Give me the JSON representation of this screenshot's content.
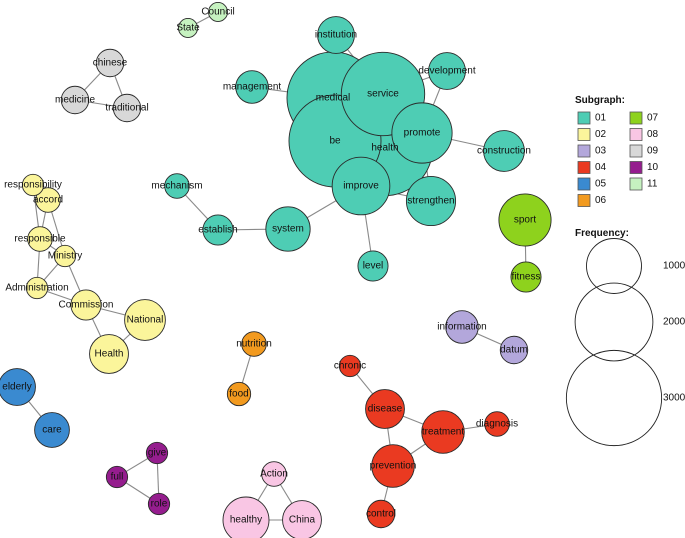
{
  "legend": {
    "subgraph_title": "Subgraph:",
    "frequency_title": "Frequency:",
    "subgraphs": [
      {
        "id": "01",
        "color": "#4ecdb4"
      },
      {
        "id": "02",
        "color": "#fbf59b"
      },
      {
        "id": "03",
        "color": "#b3a7db"
      },
      {
        "id": "04",
        "color": "#ea3a21"
      },
      {
        "id": "05",
        "color": "#3a8ad0"
      },
      {
        "id": "06",
        "color": "#f29a1f"
      },
      {
        "id": "07",
        "color": "#8ed21d"
      },
      {
        "id": "08",
        "color": "#f9c6e4"
      },
      {
        "id": "09",
        "color": "#d8d8d8"
      },
      {
        "id": "10",
        "color": "#951d8e"
      },
      {
        "id": "11",
        "color": "#c6f2c0"
      }
    ],
    "frequencies": [
      "1000",
      "2000",
      "3000"
    ]
  },
  "chart_data": {
    "type": "network",
    "nodes": [
      {
        "id": "institution",
        "label": "institution",
        "group": "01",
        "freq": 450
      },
      {
        "id": "management",
        "label": "management",
        "group": "01",
        "freq": 350
      },
      {
        "id": "medical",
        "label": "medical",
        "group": "01",
        "freq": 2800
      },
      {
        "id": "service",
        "label": "service",
        "group": "01",
        "freq": 2300
      },
      {
        "id": "development",
        "label": "development",
        "group": "01",
        "freq": 450
      },
      {
        "id": "be",
        "label": "be",
        "group": "01",
        "freq": 2800
      },
      {
        "id": "health",
        "label": "health",
        "group": "01",
        "freq": 3000
      },
      {
        "id": "promote",
        "label": "promote",
        "group": "01",
        "freq": 1200
      },
      {
        "id": "construction",
        "label": "construction",
        "group": "01",
        "freq": 550
      },
      {
        "id": "improve",
        "label": "improve",
        "group": "01",
        "freq": 1100
      },
      {
        "id": "strengthen",
        "label": "strengthen",
        "group": "01",
        "freq": 800
      },
      {
        "id": "mechanism",
        "label": "mechanism",
        "group": "01",
        "freq": 200
      },
      {
        "id": "establish",
        "label": "establish",
        "group": "01",
        "freq": 300
      },
      {
        "id": "system",
        "label": "system",
        "group": "01",
        "freq": 650
      },
      {
        "id": "level",
        "label": "level",
        "group": "01",
        "freq": 300
      },
      {
        "id": "responsibility",
        "label": "responsibility",
        "group": "02",
        "freq": 150
      },
      {
        "id": "accord",
        "label": "accord",
        "group": "02",
        "freq": 200
      },
      {
        "id": "responsible",
        "label": "responsible",
        "group": "02",
        "freq": 200
      },
      {
        "id": "Ministry",
        "label": "Ministry",
        "group": "02",
        "freq": 150
      },
      {
        "id": "Administration",
        "label": "Administration",
        "group": "02",
        "freq": 150
      },
      {
        "id": "Commission",
        "label": "Commission",
        "group": "02",
        "freq": 300
      },
      {
        "id": "National",
        "label": "National",
        "group": "02",
        "freq": 550
      },
      {
        "id": "Health",
        "label": "Health",
        "group": "02",
        "freq": 500
      },
      {
        "id": "information",
        "label": "information",
        "group": "03",
        "freq": 350
      },
      {
        "id": "datum",
        "label": "datum",
        "group": "03",
        "freq": 250
      },
      {
        "id": "chronic",
        "label": "chronic",
        "group": "04",
        "freq": 150
      },
      {
        "id": "disease",
        "label": "disease",
        "group": "04",
        "freq": 500
      },
      {
        "id": "treatment",
        "label": "treatment",
        "group": "04",
        "freq": 600
      },
      {
        "id": "diagnosis",
        "label": "diagnosis",
        "group": "04",
        "freq": 200
      },
      {
        "id": "prevention",
        "label": "prevention",
        "group": "04",
        "freq": 600
      },
      {
        "id": "control",
        "label": "control",
        "group": "04",
        "freq": 250
      },
      {
        "id": "elderly",
        "label": "elderly",
        "group": "05",
        "freq": 450
      },
      {
        "id": "care",
        "label": "care",
        "group": "05",
        "freq": 400
      },
      {
        "id": "nutrition",
        "label": "nutrition",
        "group": "06",
        "freq": 200
      },
      {
        "id": "food",
        "label": "food",
        "group": "06",
        "freq": 180
      },
      {
        "id": "sport",
        "label": "sport",
        "group": "07",
        "freq": 900
      },
      {
        "id": "fitness",
        "label": "fitness",
        "group": "07",
        "freq": 300
      },
      {
        "id": "Action",
        "label": "Action",
        "group": "08",
        "freq": 200
      },
      {
        "id": "healthy",
        "label": "healthy",
        "group": "08",
        "freq": 700
      },
      {
        "id": "China",
        "label": "China",
        "group": "08",
        "freq": 500
      },
      {
        "id": "chinese",
        "label": "chinese",
        "group": "09",
        "freq": 250
      },
      {
        "id": "medicine",
        "label": "medicine",
        "group": "09",
        "freq": 250
      },
      {
        "id": "traditional",
        "label": "traditional",
        "group": "09",
        "freq": 250
      },
      {
        "id": "give",
        "label": "give",
        "group": "10",
        "freq": 150
      },
      {
        "id": "full",
        "label": "full",
        "group": "10",
        "freq": 150
      },
      {
        "id": "role",
        "label": "role",
        "group": "10",
        "freq": 150
      },
      {
        "id": "Council",
        "label": "Council",
        "group": "11",
        "freq": 120
      },
      {
        "id": "State",
        "label": "State",
        "group": "11",
        "freq": 120
      }
    ],
    "edges": [
      [
        "institution",
        "medical"
      ],
      [
        "institution",
        "service"
      ],
      [
        "management",
        "medical"
      ],
      [
        "medical",
        "service"
      ],
      [
        "medical",
        "be"
      ],
      [
        "medical",
        "health"
      ],
      [
        "medical",
        "improve"
      ],
      [
        "service",
        "health"
      ],
      [
        "service",
        "be"
      ],
      [
        "service",
        "promote"
      ],
      [
        "service",
        "development"
      ],
      [
        "service",
        "improve"
      ],
      [
        "development",
        "promote"
      ],
      [
        "be",
        "health"
      ],
      [
        "be",
        "improve"
      ],
      [
        "be",
        "promote"
      ],
      [
        "health",
        "promote"
      ],
      [
        "health",
        "improve"
      ],
      [
        "health",
        "strengthen"
      ],
      [
        "promote",
        "construction"
      ],
      [
        "promote",
        "strengthen"
      ],
      [
        "improve",
        "strengthen"
      ],
      [
        "improve",
        "system"
      ],
      [
        "improve",
        "level"
      ],
      [
        "system",
        "establish"
      ],
      [
        "mechanism",
        "establish"
      ],
      [
        "responsibility",
        "accord"
      ],
      [
        "accord",
        "responsible"
      ],
      [
        "responsibility",
        "responsible"
      ],
      [
        "responsible",
        "Ministry"
      ],
      [
        "accord",
        "Ministry"
      ],
      [
        "responsible",
        "Administration"
      ],
      [
        "Ministry",
        "Administration"
      ],
      [
        "Ministry",
        "Commission"
      ],
      [
        "Administration",
        "Commission"
      ],
      [
        "Commission",
        "National"
      ],
      [
        "Commission",
        "Health"
      ],
      [
        "National",
        "Health"
      ],
      [
        "information",
        "datum"
      ],
      [
        "chronic",
        "disease"
      ],
      [
        "disease",
        "treatment"
      ],
      [
        "disease",
        "prevention"
      ],
      [
        "treatment",
        "prevention"
      ],
      [
        "treatment",
        "diagnosis"
      ],
      [
        "prevention",
        "control"
      ],
      [
        "elderly",
        "care"
      ],
      [
        "nutrition",
        "food"
      ],
      [
        "sport",
        "fitness"
      ],
      [
        "Action",
        "healthy"
      ],
      [
        "Action",
        "China"
      ],
      [
        "healthy",
        "China"
      ],
      [
        "chinese",
        "medicine"
      ],
      [
        "chinese",
        "traditional"
      ],
      [
        "medicine",
        "traditional"
      ],
      [
        "give",
        "full"
      ],
      [
        "give",
        "role"
      ],
      [
        "full",
        "role"
      ],
      [
        "Council",
        "State"
      ]
    ]
  }
}
